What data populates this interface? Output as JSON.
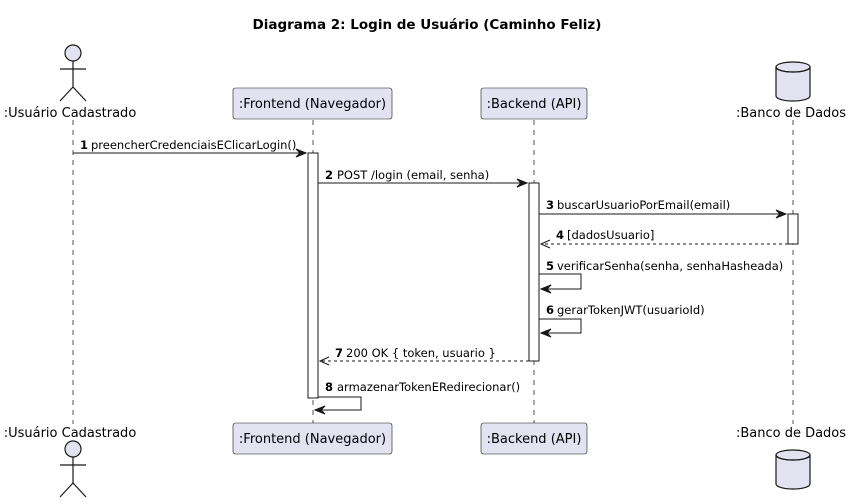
{
  "title": "Diagrama 2: Login de Usuário (Caminho Feliz)",
  "participants": {
    "user": ":Usuário Cadastrado",
    "frontend": ":Frontend (Navegador)",
    "backend": ":Backend (API)",
    "db": ":Banco de Dados"
  },
  "messages": [
    {
      "n": "1",
      "text": "preencherCredenciaisEClicarLogin()",
      "from": "user",
      "to": "frontend",
      "kind": "sync"
    },
    {
      "n": "2",
      "text": "POST /login (email, senha)",
      "from": "frontend",
      "to": "backend",
      "kind": "sync"
    },
    {
      "n": "3",
      "text": "buscarUsuarioPorEmail(email)",
      "from": "backend",
      "to": "db",
      "kind": "sync"
    },
    {
      "n": "4",
      "text": "[dadosUsuario]",
      "from": "db",
      "to": "backend",
      "kind": "return"
    },
    {
      "n": "5",
      "text": "verificarSenha(senha, senhaHasheada)",
      "from": "backend",
      "to": "backend",
      "kind": "self"
    },
    {
      "n": "6",
      "text": "gerarTokenJWT(usuarioId)",
      "from": "backend",
      "to": "backend",
      "kind": "self"
    },
    {
      "n": "7",
      "text": "200 OK { token, usuario }",
      "from": "backend",
      "to": "frontend",
      "kind": "return"
    },
    {
      "n": "8",
      "text": "armazenarTokenERedirecionar()",
      "from": "frontend",
      "to": "frontend",
      "kind": "self"
    }
  ]
}
